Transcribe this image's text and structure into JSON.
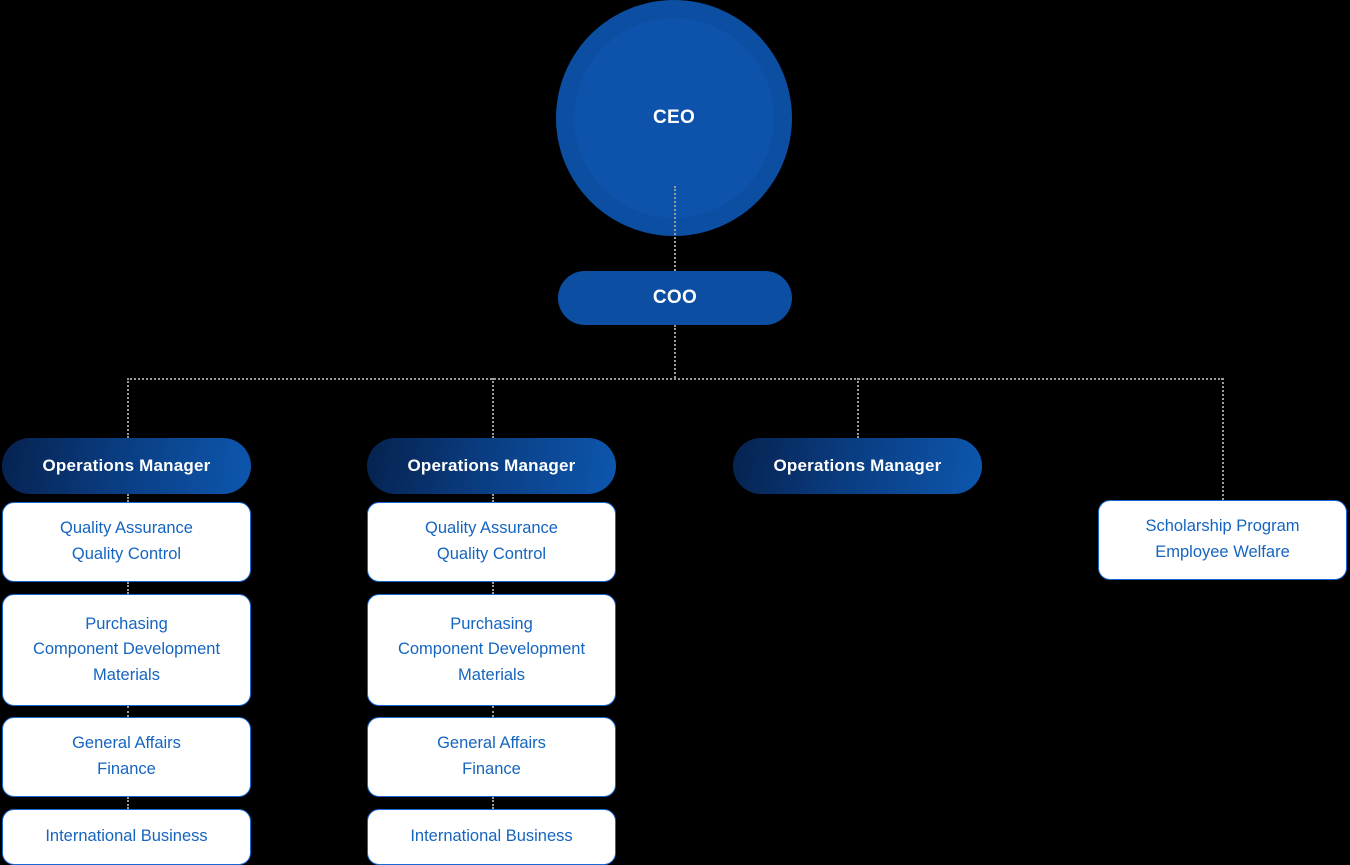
{
  "chart": {
    "type": "org-chart",
    "title": "",
    "background_color": "#000000",
    "accent_blue": "#0b4ea2",
    "card_border_color": "#1668d6",
    "card_text_color": "#1565c0",
    "connector_color": "#9a9a9a",
    "connector_style": "dotted"
  },
  "nodes": {
    "ceo": {
      "label": "CEO",
      "shape": "circle",
      "fill": "#0b4ea2"
    },
    "coo": {
      "label": "COO",
      "shape": "pill",
      "fill": "#0b4ea2"
    },
    "ops_manager_label": "Operations Manager"
  },
  "columns": [
    {
      "manager": "Operations Manager",
      "cards": [
        {
          "lines": [
            "Quality Assurance",
            "Quality Control"
          ]
        },
        {
          "lines": [
            "Purchasing",
            "Component Development",
            "Materials"
          ]
        },
        {
          "lines": [
            "General Affairs",
            "Finance"
          ]
        },
        {
          "lines": [
            "International Business"
          ]
        }
      ]
    },
    {
      "manager": "Operations Manager",
      "cards": [
        {
          "lines": [
            "Quality Assurance",
            "Quality Control"
          ]
        },
        {
          "lines": [
            "Purchasing",
            "Component Development",
            "Materials"
          ]
        },
        {
          "lines": [
            "General Affairs",
            "Finance"
          ]
        },
        {
          "lines": [
            "International Business"
          ]
        }
      ]
    },
    {
      "manager": "Operations Manager",
      "cards": []
    },
    {
      "manager": "",
      "cards": [
        {
          "lines": [
            "Scholarship Program",
            "Employee Welfare"
          ]
        }
      ]
    }
  ]
}
